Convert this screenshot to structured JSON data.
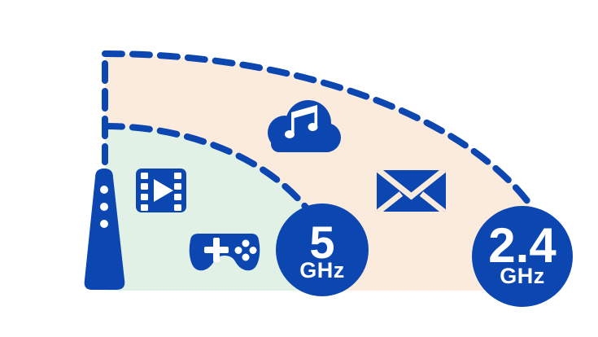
{
  "diagram": {
    "description_icons": {
      "router": "wifi-router-icon",
      "video": "video-film-icon",
      "game": "game-controller-icon",
      "music": "music-cloud-icon",
      "mail": "envelope-icon"
    },
    "bands": [
      {
        "id": "5ghz",
        "value": "5",
        "unit": "GHz",
        "zone_color_key": "green"
      },
      {
        "id": "24ghz",
        "value": "2.4",
        "unit": "GHz",
        "zone_color_key": "peach"
      }
    ]
  },
  "colors": {
    "blue": "#0C46B1",
    "peach": "#FBEBDC",
    "green": "#E2F1E6",
    "white": "#FFFFFF"
  }
}
